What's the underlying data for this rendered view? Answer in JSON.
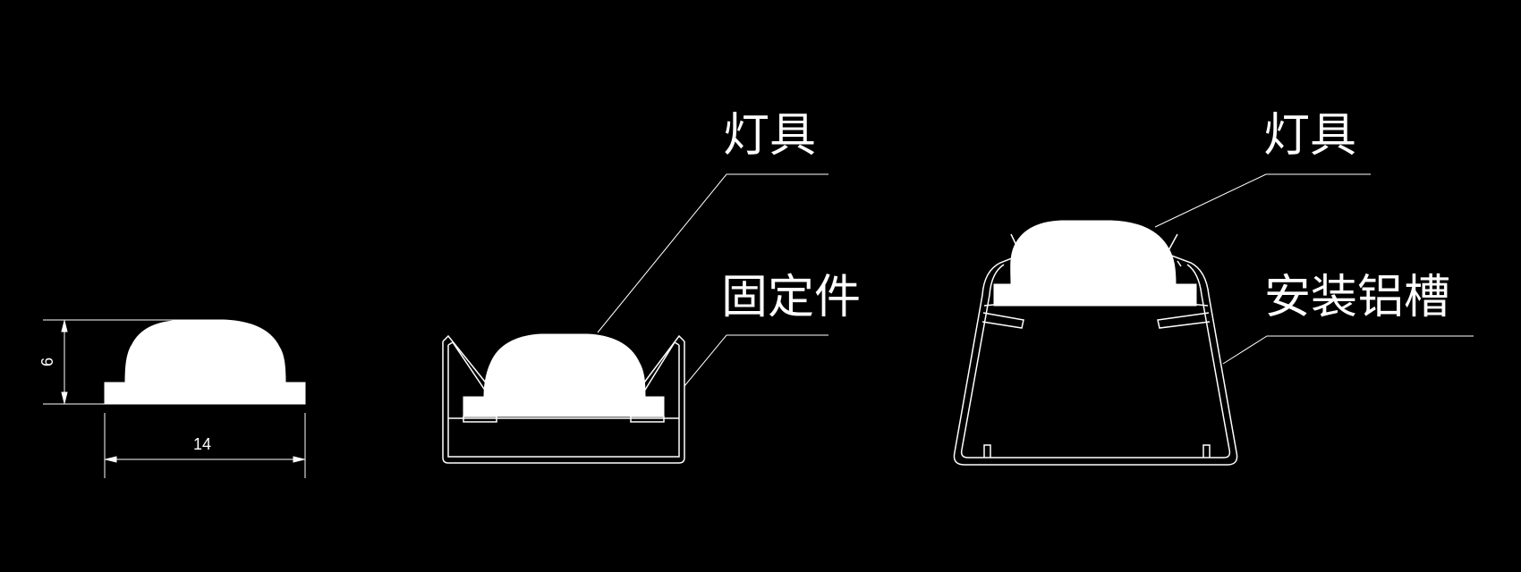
{
  "drawing": {
    "background_color": "#000000",
    "stroke_color": "#ffffff",
    "profile": {
      "width_dimension": "14",
      "height_dimension": "6"
    },
    "clip_assembly": {
      "label_fixture": "灯具",
      "label_fastener": "固定件"
    },
    "channel_assembly": {
      "label_fixture": "灯具",
      "label_channel": "安装铝槽"
    }
  }
}
